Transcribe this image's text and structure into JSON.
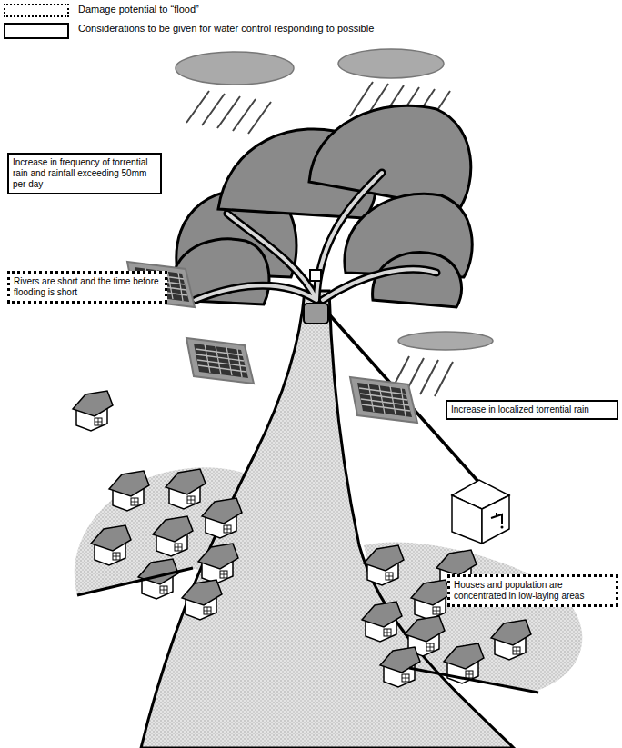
{
  "diagram": {
    "nodes": [
      {
        "text": [
          "Increase in frequency of torrential rain and rainfall exceeding 50mm per day"
        ]
      },
      {
        "text": [
          "Rivers are short and the time before flooding is short"
        ]
      },
      {
        "text": [
          "Increase in localized torrential rain"
        ]
      },
      {
        "text": [
          "Houses and population are concentrated in low-laying areas"
        ]
      }
    ],
    "legend": [
      {
        "text": "Damage potential to “flood”"
      },
      {
        "text": "Considerations to be given for water control responding to possible"
      }
    ]
  }
}
